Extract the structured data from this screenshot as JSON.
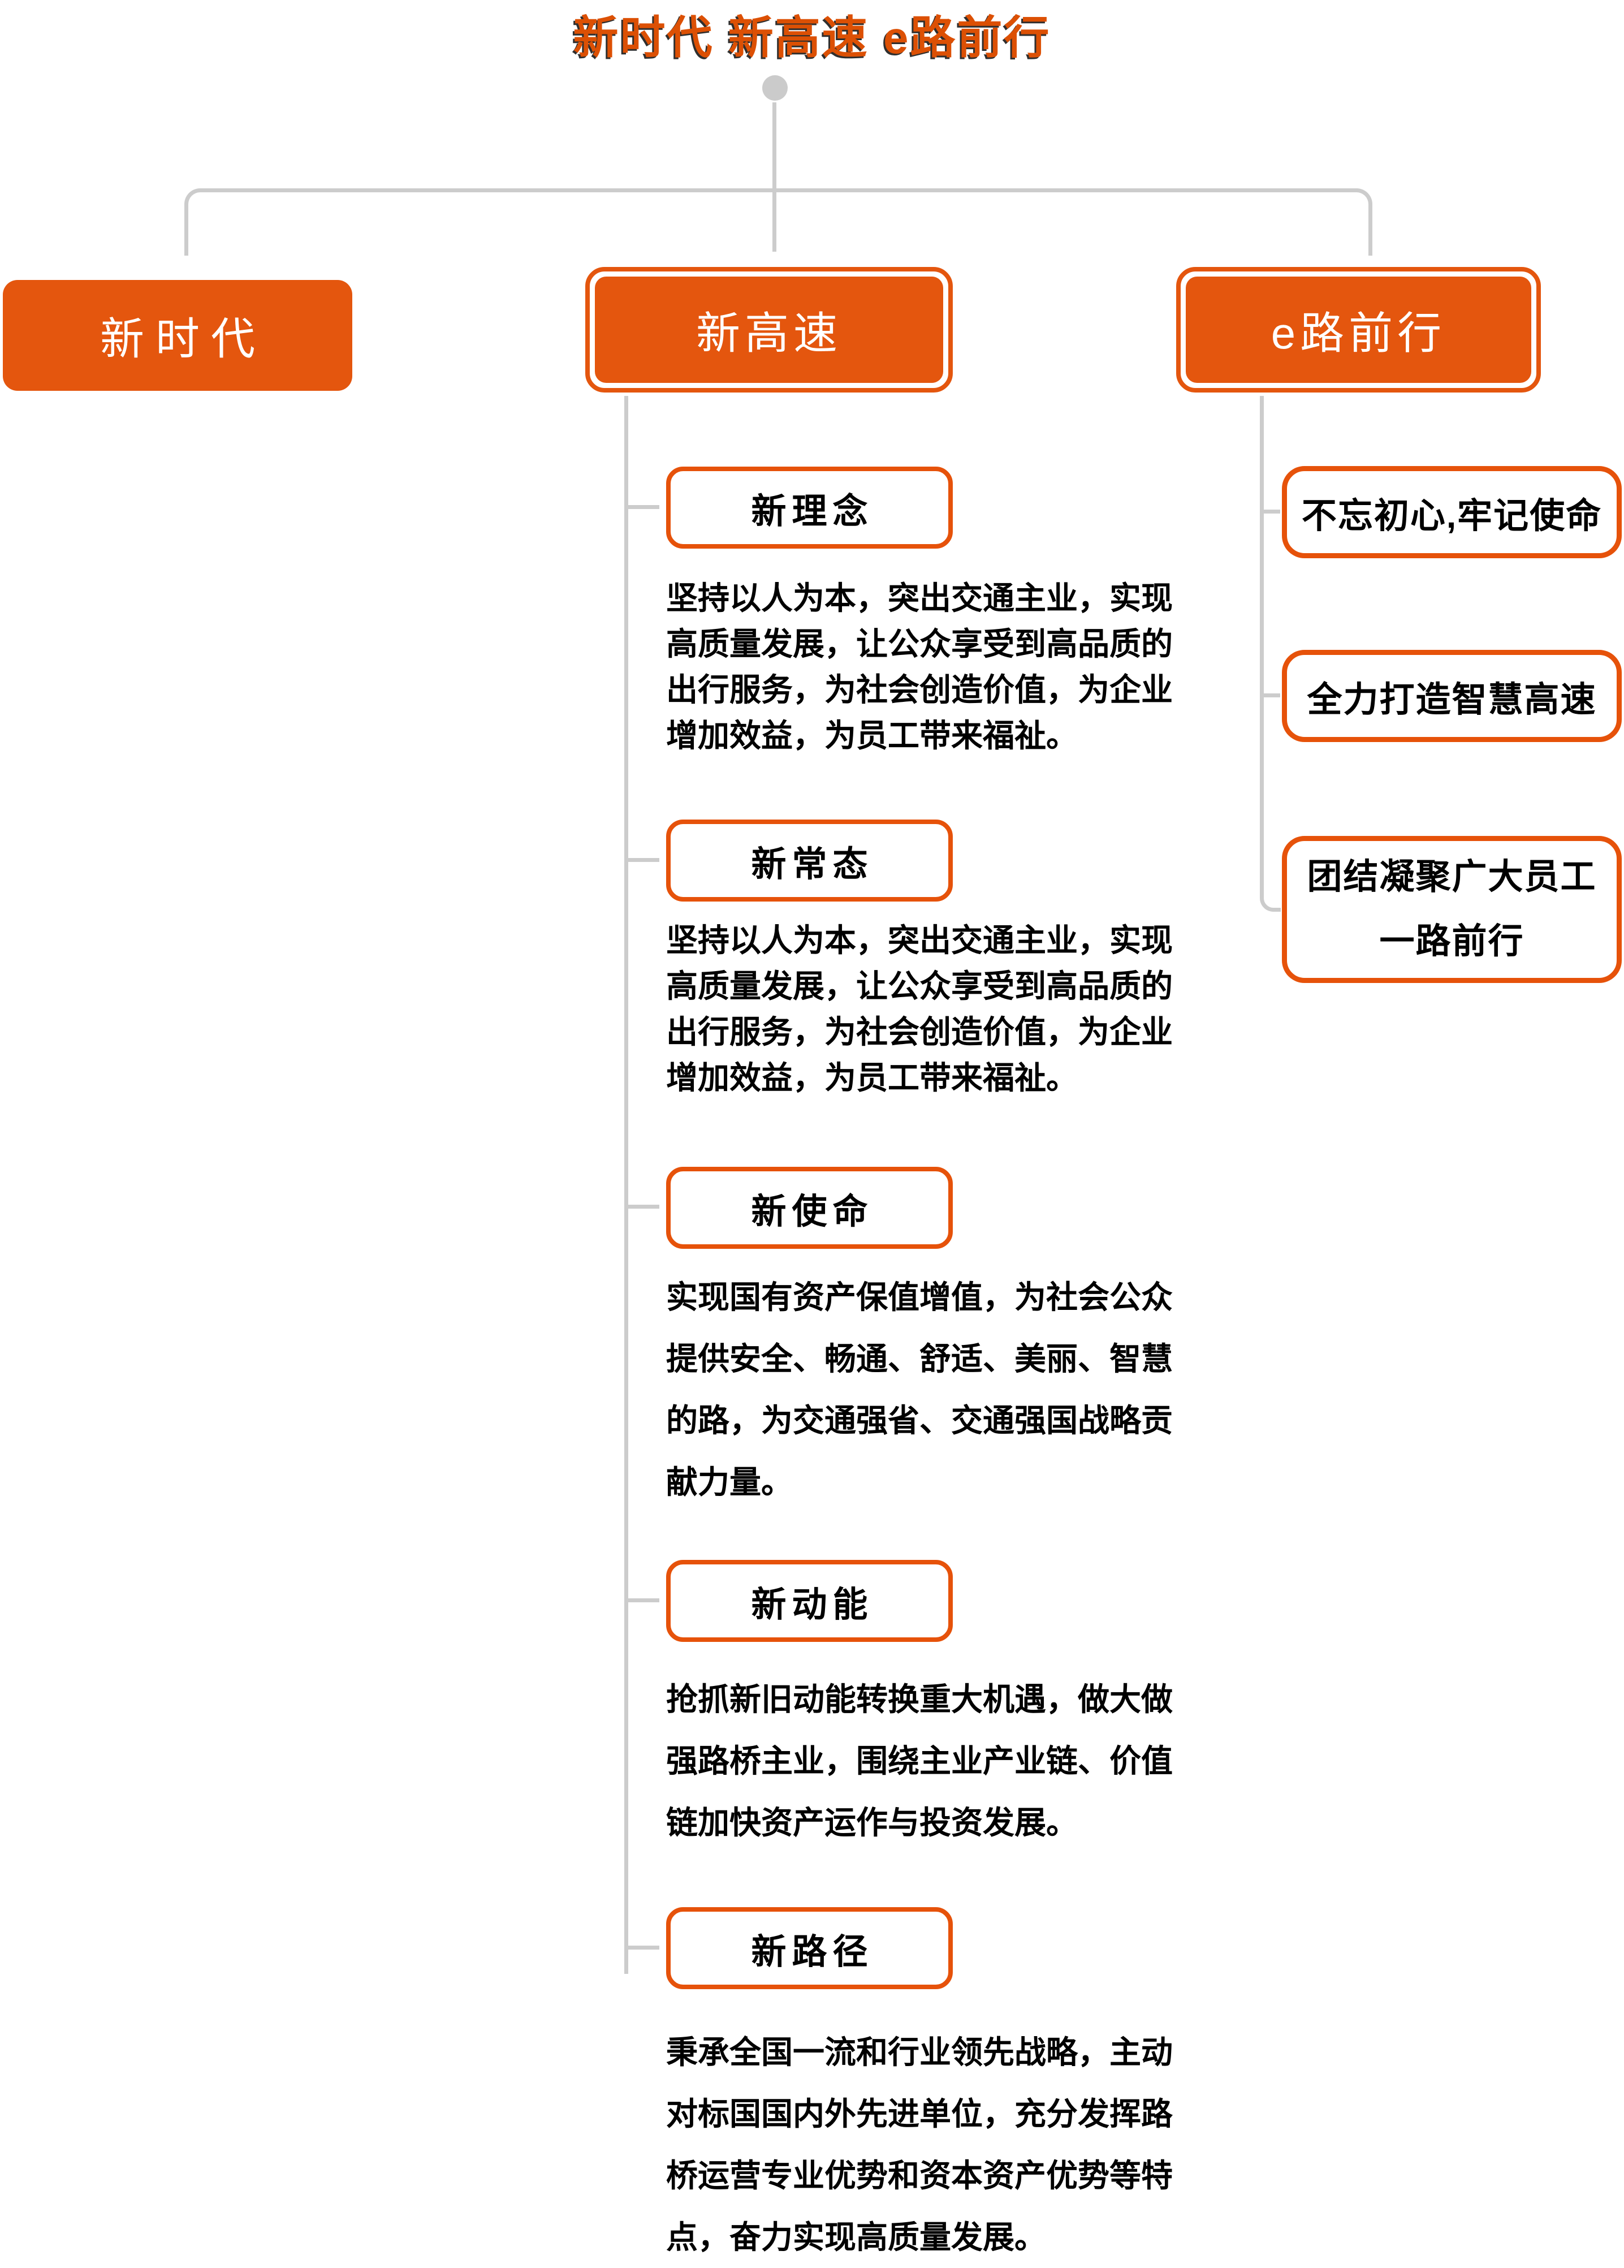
{
  "title": "新时代 新高速 e路前行",
  "level1": {
    "xinshidai": "新时代",
    "xingaosu": "新高速",
    "eluqianxing": "e路前行"
  },
  "xingaosu_branch": {
    "items": [
      {
        "label": "新理念",
        "desc": "坚持以人为本，突出交通主业，实现\n高质量发展，让公众享受到高品质的\n出行服务，为社会创造价值，为企业\n增加效益，为员工带来福祉。"
      },
      {
        "label": "新常态",
        "desc": "坚持以人为本，突出交通主业，实现\n高质量发展，让公众享受到高品质的\n出行服务，为社会创造价值，为企业\n增加效益，为员工带来福祉。"
      },
      {
        "label": "新使命",
        "desc": "实现国有资产保值增值，为社会公众\n提供安全、畅通、舒适、美丽、智慧\n的路，为交通强省、交通强国战略贡\n献力量。"
      },
      {
        "label": "新动能",
        "desc": "抢抓新旧动能转换重大机遇，做大做\n强路桥主业，围绕主业产业链、价值\n链加快资产运作与投资发展。"
      },
      {
        "label": "新路径",
        "desc": "秉承全国一流和行业领先战略，主动\n对标国国内外先进单位，充分发挥路\n桥运营专业优势和资本资产优势等特\n点，奋力实现高质量发展。"
      }
    ]
  },
  "eluqianxing_branch": {
    "items": [
      {
        "label": "不忘初心,牢记使命"
      },
      {
        "label": "全力打造智慧高速"
      },
      {
        "label": "团结凝聚广大员工\n一路前行"
      }
    ]
  },
  "colors": {
    "accent_fill": "#E4560E",
    "accent_border": "#E6520A",
    "title_orange": "#DC5004",
    "title_shadow": "#2F2F2F",
    "connector_gray": "#CCCCCC",
    "text_black": "#000000",
    "node_text_white": "#FFFFFF"
  }
}
